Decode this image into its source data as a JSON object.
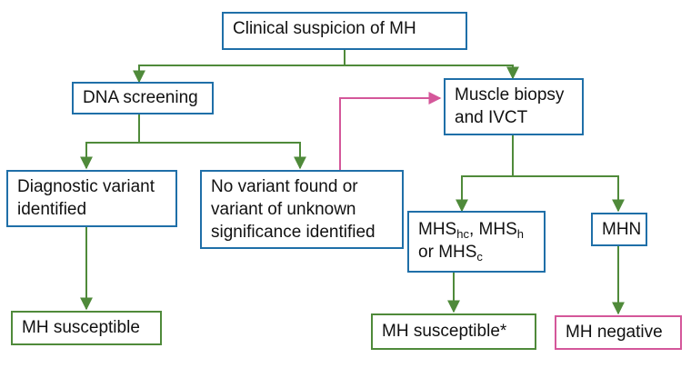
{
  "nodes": {
    "clinical_suspicion": "Clinical suspicion of MH",
    "dna_screening": "DNA screening",
    "muscle_biopsy_line1": "Muscle biopsy",
    "muscle_biopsy_line2": "and IVCT",
    "diagnostic_variant_line1": "Diagnostic variant",
    "diagnostic_variant_line2": "identified",
    "no_variant_line1": "No variant found or",
    "no_variant_line2": "variant of unknown",
    "no_variant_line3": "significance identified",
    "mhs_group": {
      "mhs_1": "MHS",
      "mhs_1_sub": "hc",
      "sep_1": ", ",
      "mhs_2": "MHS",
      "mhs_2_sub": "h",
      "or_text": "or ",
      "mhs_3": "MHS",
      "mhs_3_sub": "c"
    },
    "mhn": "MHN",
    "mh_susceptible_left": "MH susceptible",
    "mh_susceptible_right": "MH susceptible*",
    "mh_negative": "MH negative"
  },
  "colors": {
    "blue_border": "#1f6fa8",
    "green_border_and_arrows": "#4f8a3a",
    "pink_border_and_arrow": "#d4579a"
  }
}
